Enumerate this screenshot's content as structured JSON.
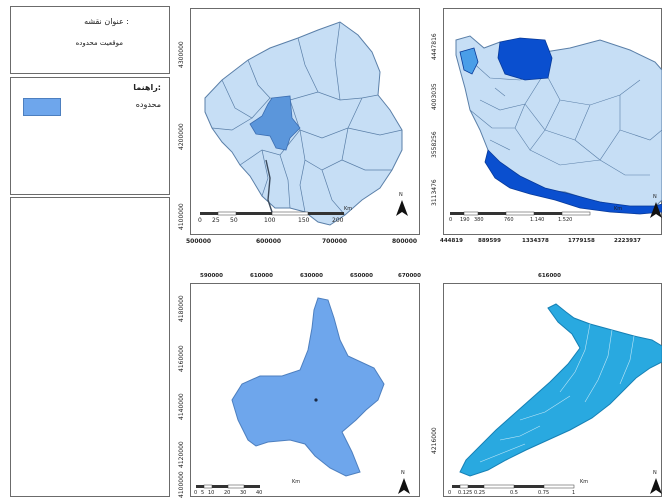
{
  "legend_panel": {
    "title_label": "عنوان نقشه :",
    "title_value": "موقعیت محدوده",
    "key_label": "راهنما:",
    "key_item": "محدوده"
  },
  "colors": {
    "province_fill": "#c6def5",
    "province_line": "#5a7fa8",
    "highlight": "#5b96db",
    "iran_dark": "#0a4fcf",
    "county_fill": "#6ea6ec",
    "city_fill": "#29a9e0",
    "frame": "#6b6b6b"
  },
  "map_province": {
    "y_ticks": [
      "4300000",
      "4200000",
      "4100000"
    ],
    "x_ticks": [
      "500000",
      "600000",
      "700000",
      "800000"
    ],
    "scale": [
      "0",
      "25",
      "50",
      "100",
      "150",
      "200"
    ],
    "scale_unit": "Km",
    "north": "N"
  },
  "map_iran": {
    "y_ticks": [
      "4447816",
      "4003035",
      "3558256",
      "3113476"
    ],
    "x_ticks": [
      "444819",
      "889599",
      "1334378",
      "1779158",
      "2223937"
    ],
    "scale": [
      "0",
      "190",
      "380",
      "760",
      "1.140",
      "1.520"
    ],
    "scale_unit": "Km",
    "north": "N"
  },
  "map_county": {
    "x_ticks": [
      "590000",
      "610000",
      "630000",
      "650000",
      "670000"
    ],
    "y_ticks": [
      "4180000",
      "4160000",
      "4140000",
      "4120000",
      "4100000"
    ],
    "scale": [
      "0",
      "5",
      "10",
      "20",
      "30",
      "40"
    ],
    "scale_unit": "Km",
    "north": "N"
  },
  "map_city": {
    "x_ticks": [
      "616000"
    ],
    "y_ticks": [
      "4216000"
    ],
    "scale": [
      "0",
      "0.125",
      "0.25",
      "0.5",
      "0.75",
      "1"
    ],
    "scale_unit": "Km",
    "north": "N"
  }
}
